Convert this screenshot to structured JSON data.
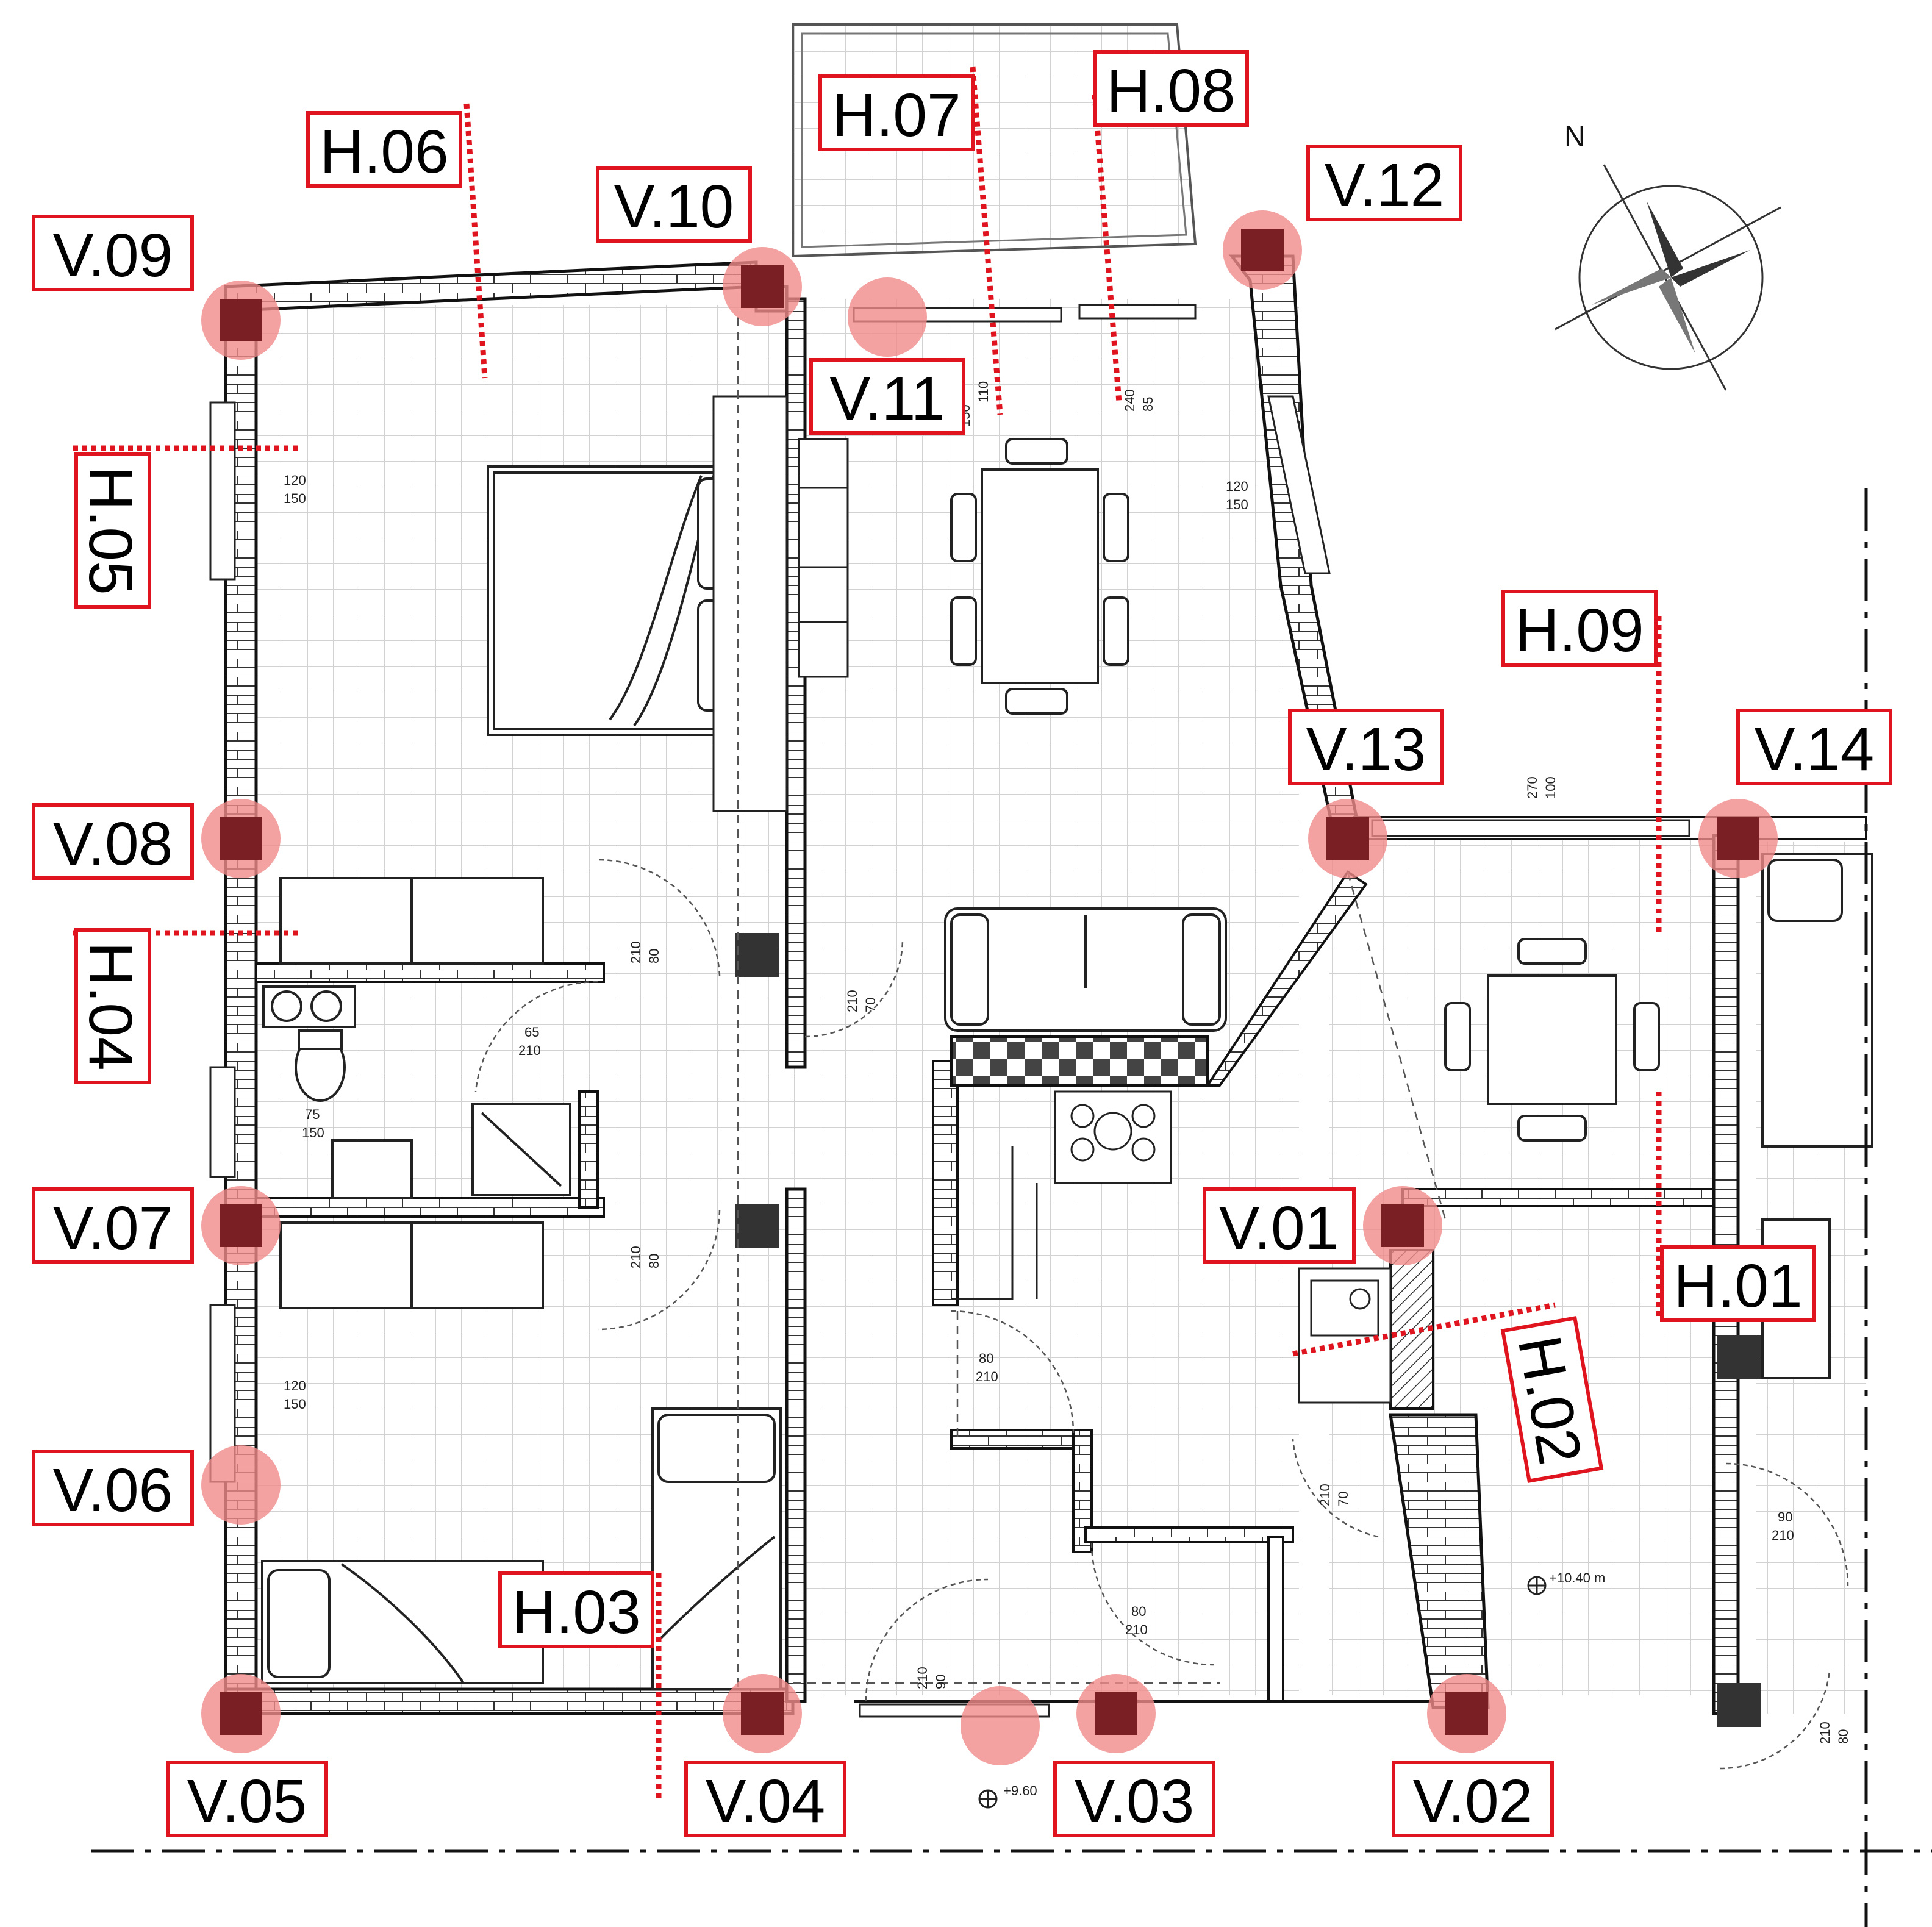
{
  "colors": {
    "label_border": "#e0141e",
    "marker_fill": "#f08a8a",
    "column_fill": "#7a1f24",
    "dotted_line": "#e0141e",
    "wall": "#1a1a1a",
    "grid": "#c8c8c8"
  },
  "north_label": "N",
  "vertex_labels": {
    "v01": "V.01",
    "v02": "V.02",
    "v03": "V.03",
    "v04": "V.04",
    "v05": "V.05",
    "v06": "V.06",
    "v07": "V.07",
    "v08": "V.08",
    "v09": "V.09",
    "v10": "V.10",
    "v11": "V.11",
    "v12": "V.12",
    "v13": "V.13",
    "v14": "V.14"
  },
  "section_labels": {
    "h01": "H.01",
    "h02": "H.02",
    "h03": "H.03",
    "h04": "H.04",
    "h05": "H.05",
    "h06": "H.06",
    "h07": "H.07",
    "h08": "H.08",
    "h09": "H.09"
  },
  "dimensions": {
    "d_w1": [
      "120",
      "150"
    ],
    "d_w2": [
      "120",
      "150"
    ],
    "d_w3": [
      "120",
      "150"
    ],
    "d_d1": [
      "80",
      "210"
    ],
    "d_d2": [
      "65",
      "210"
    ],
    "d_d3": [
      "75",
      "150"
    ],
    "d_d4": [
      "80",
      "210"
    ],
    "d_d5": [
      "70",
      "210"
    ],
    "d_d6": [
      "80",
      "210"
    ],
    "d_d7": [
      "80",
      "210"
    ],
    "d_d8": [
      "90",
      "210"
    ],
    "d_d9": [
      "70",
      "210"
    ],
    "d_d10": [
      "90",
      "210"
    ],
    "d_d11": [
      "80",
      "210"
    ],
    "d_top1": [
      "110",
      "150"
    ],
    "d_top2": [
      "85",
      "240"
    ],
    "d_top3": [
      "100",
      "270"
    ]
  },
  "levels": {
    "lvl_main": "+10.40 m",
    "lvl_entry": "+9.60"
  }
}
